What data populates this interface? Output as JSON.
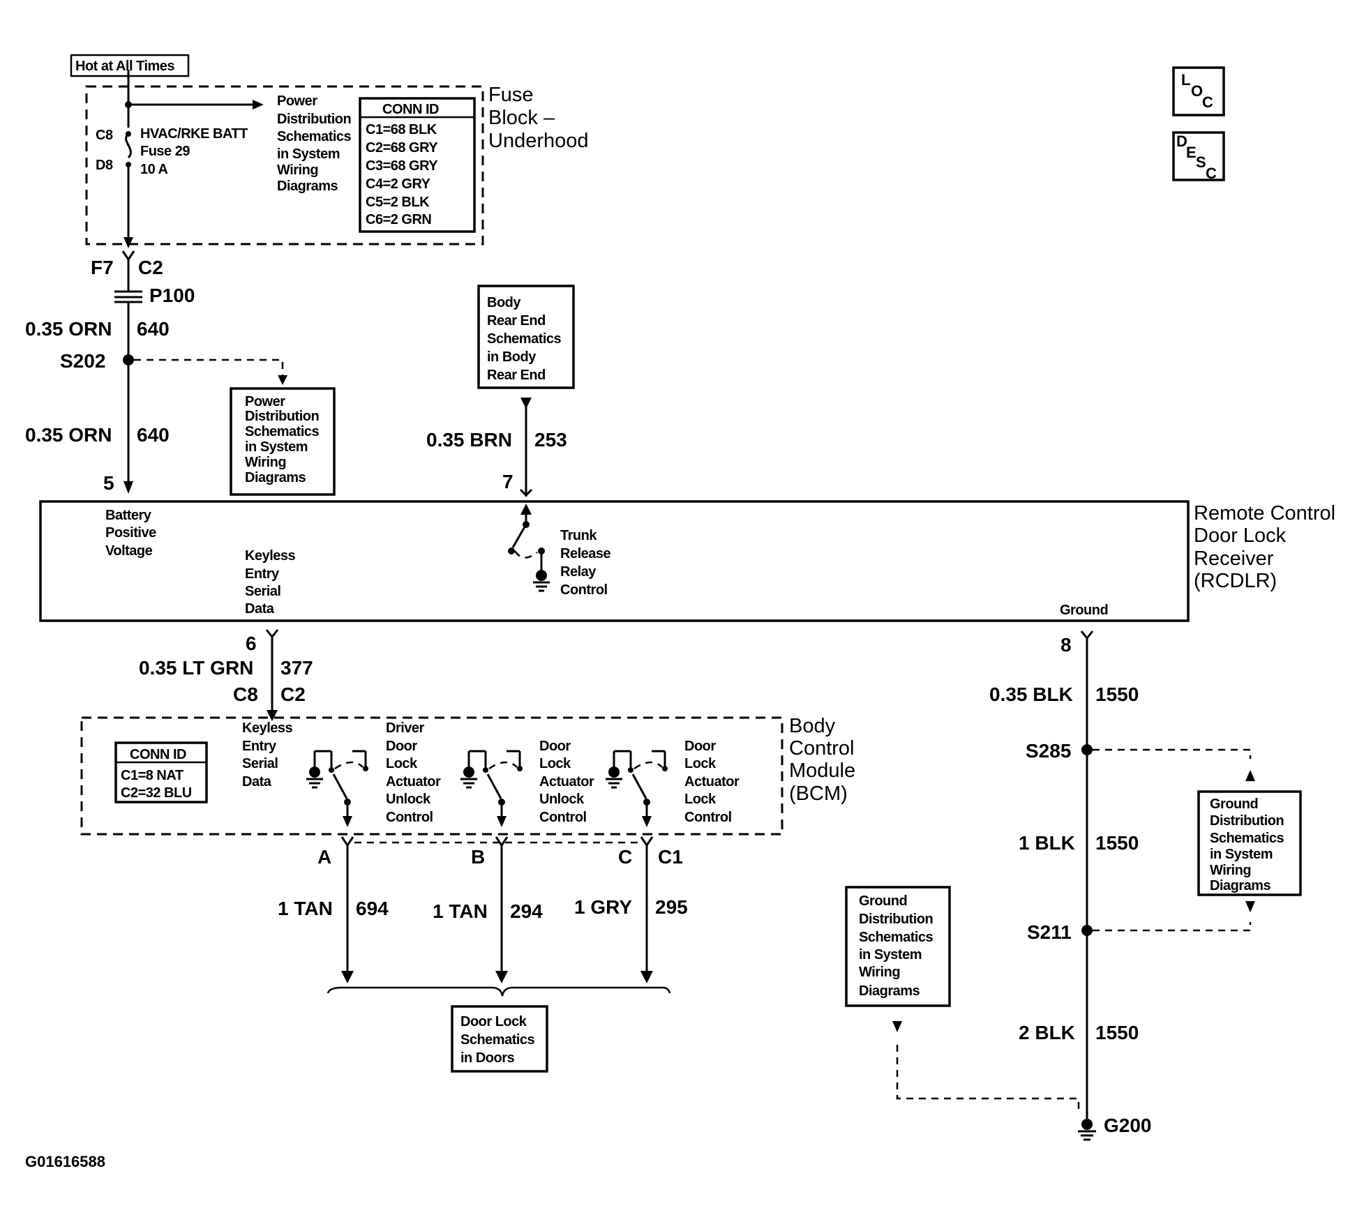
{
  "hot_label": "Hot at All Times",
  "fuse_block": {
    "title": [
      "Fuse",
      "Block –",
      "Underhood"
    ],
    "pin_top": "C8",
    "pin_bottom": "D8",
    "fuse_name": "HVAC/RKE BATT",
    "fuse_num": "Fuse 29",
    "fuse_amps": "10 A",
    "pwr_ref": [
      "Power",
      "Distribution",
      "Schematics",
      "in System",
      "Wiring",
      "Diagrams"
    ],
    "conn_title": "CONN ID",
    "conn_rows": [
      "C1=68 BLK",
      "C2=68 GRY",
      "C3=68 GRY",
      "C4=2 GRY",
      "C5=2 BLK",
      "C6=2 GRN"
    ]
  },
  "badges": {
    "loc": [
      "L",
      "O",
      "C"
    ],
    "desc": [
      "D",
      "E",
      "S",
      "C"
    ]
  },
  "connectors": {
    "f7": "F7",
    "c2": "C2",
    "p100": "P100",
    "s202": "S202"
  },
  "wires": {
    "w640a_color": "0.35 ORN",
    "w640a_num": "640",
    "w640b_color": "0.35 ORN",
    "w640b_num": "640",
    "w253_color": "0.35 BRN",
    "w253_num": "253",
    "w377_color": "0.35 LT GRN",
    "w377_num": "377",
    "w1550a_color": "0.35 BLK",
    "w1550a_num": "1550",
    "w1550b_color": "1 BLK",
    "w1550b_num": "1550",
    "w1550c_color": "2 BLK",
    "w1550c_num": "1550",
    "w694_color": "1 TAN",
    "w694_num": "694",
    "w294_color": "1 TAN",
    "w294_num": "294",
    "w295_color": "1 GRY",
    "w295_num": "295"
  },
  "pwr_ref2": [
    "Power",
    "Distribution",
    "Schematics",
    "in System",
    "Wiring",
    "Diagrams"
  ],
  "body_ref": [
    "Body",
    "Rear End",
    "Schematics",
    "in Body",
    "Rear End"
  ],
  "rcdlr": {
    "title": [
      "Remote Control",
      "Door Lock",
      "Receiver",
      "(RCDLR)"
    ],
    "pin5": "5",
    "pin7": "7",
    "pin6": "6",
    "pin8": "8",
    "batt_label": [
      "Battery",
      "Positive",
      "Voltage"
    ],
    "keyless_label": [
      "Keyless",
      "Entry",
      "Serial",
      "Data"
    ],
    "trunk_label": [
      "Trunk",
      "Release",
      "Relay",
      "Control"
    ],
    "ground_label": "Ground"
  },
  "bcm": {
    "title": [
      "Body",
      "Control",
      "Module",
      "(BCM)"
    ],
    "c8": "C8",
    "c2": "C2",
    "conn_title": "CONN ID",
    "conn_rows": [
      "C1=8 NAT",
      "C2=32 BLU"
    ],
    "keyless_label": [
      "Keyless",
      "Entry",
      "Serial",
      "Data"
    ],
    "driver_label": [
      "Driver",
      "Door",
      "Lock",
      "Actuator",
      "Unlock",
      "Control"
    ],
    "unlock_label": [
      "Door",
      "Lock",
      "Actuator",
      "Unlock",
      "Control"
    ],
    "lock_label": [
      "Door",
      "Lock",
      "Actuator",
      "Lock",
      "Control"
    ],
    "pin_a": "A",
    "pin_b": "B",
    "pin_c": "C",
    "pin_c1": "C1"
  },
  "splices": {
    "s285": "S285",
    "s211": "S211",
    "g200": "G200"
  },
  "ground_ref1": [
    "Ground",
    "Distribution",
    "Schematics",
    "in System",
    "Wiring",
    "Diagrams"
  ],
  "ground_ref2": [
    "Ground",
    "Distribution",
    "Schematics",
    "in System",
    "Wiring",
    "Diagrams"
  ],
  "door_ref": [
    "Door Lock",
    "Schematics",
    "in Doors"
  ],
  "figure_id": "G01616588"
}
